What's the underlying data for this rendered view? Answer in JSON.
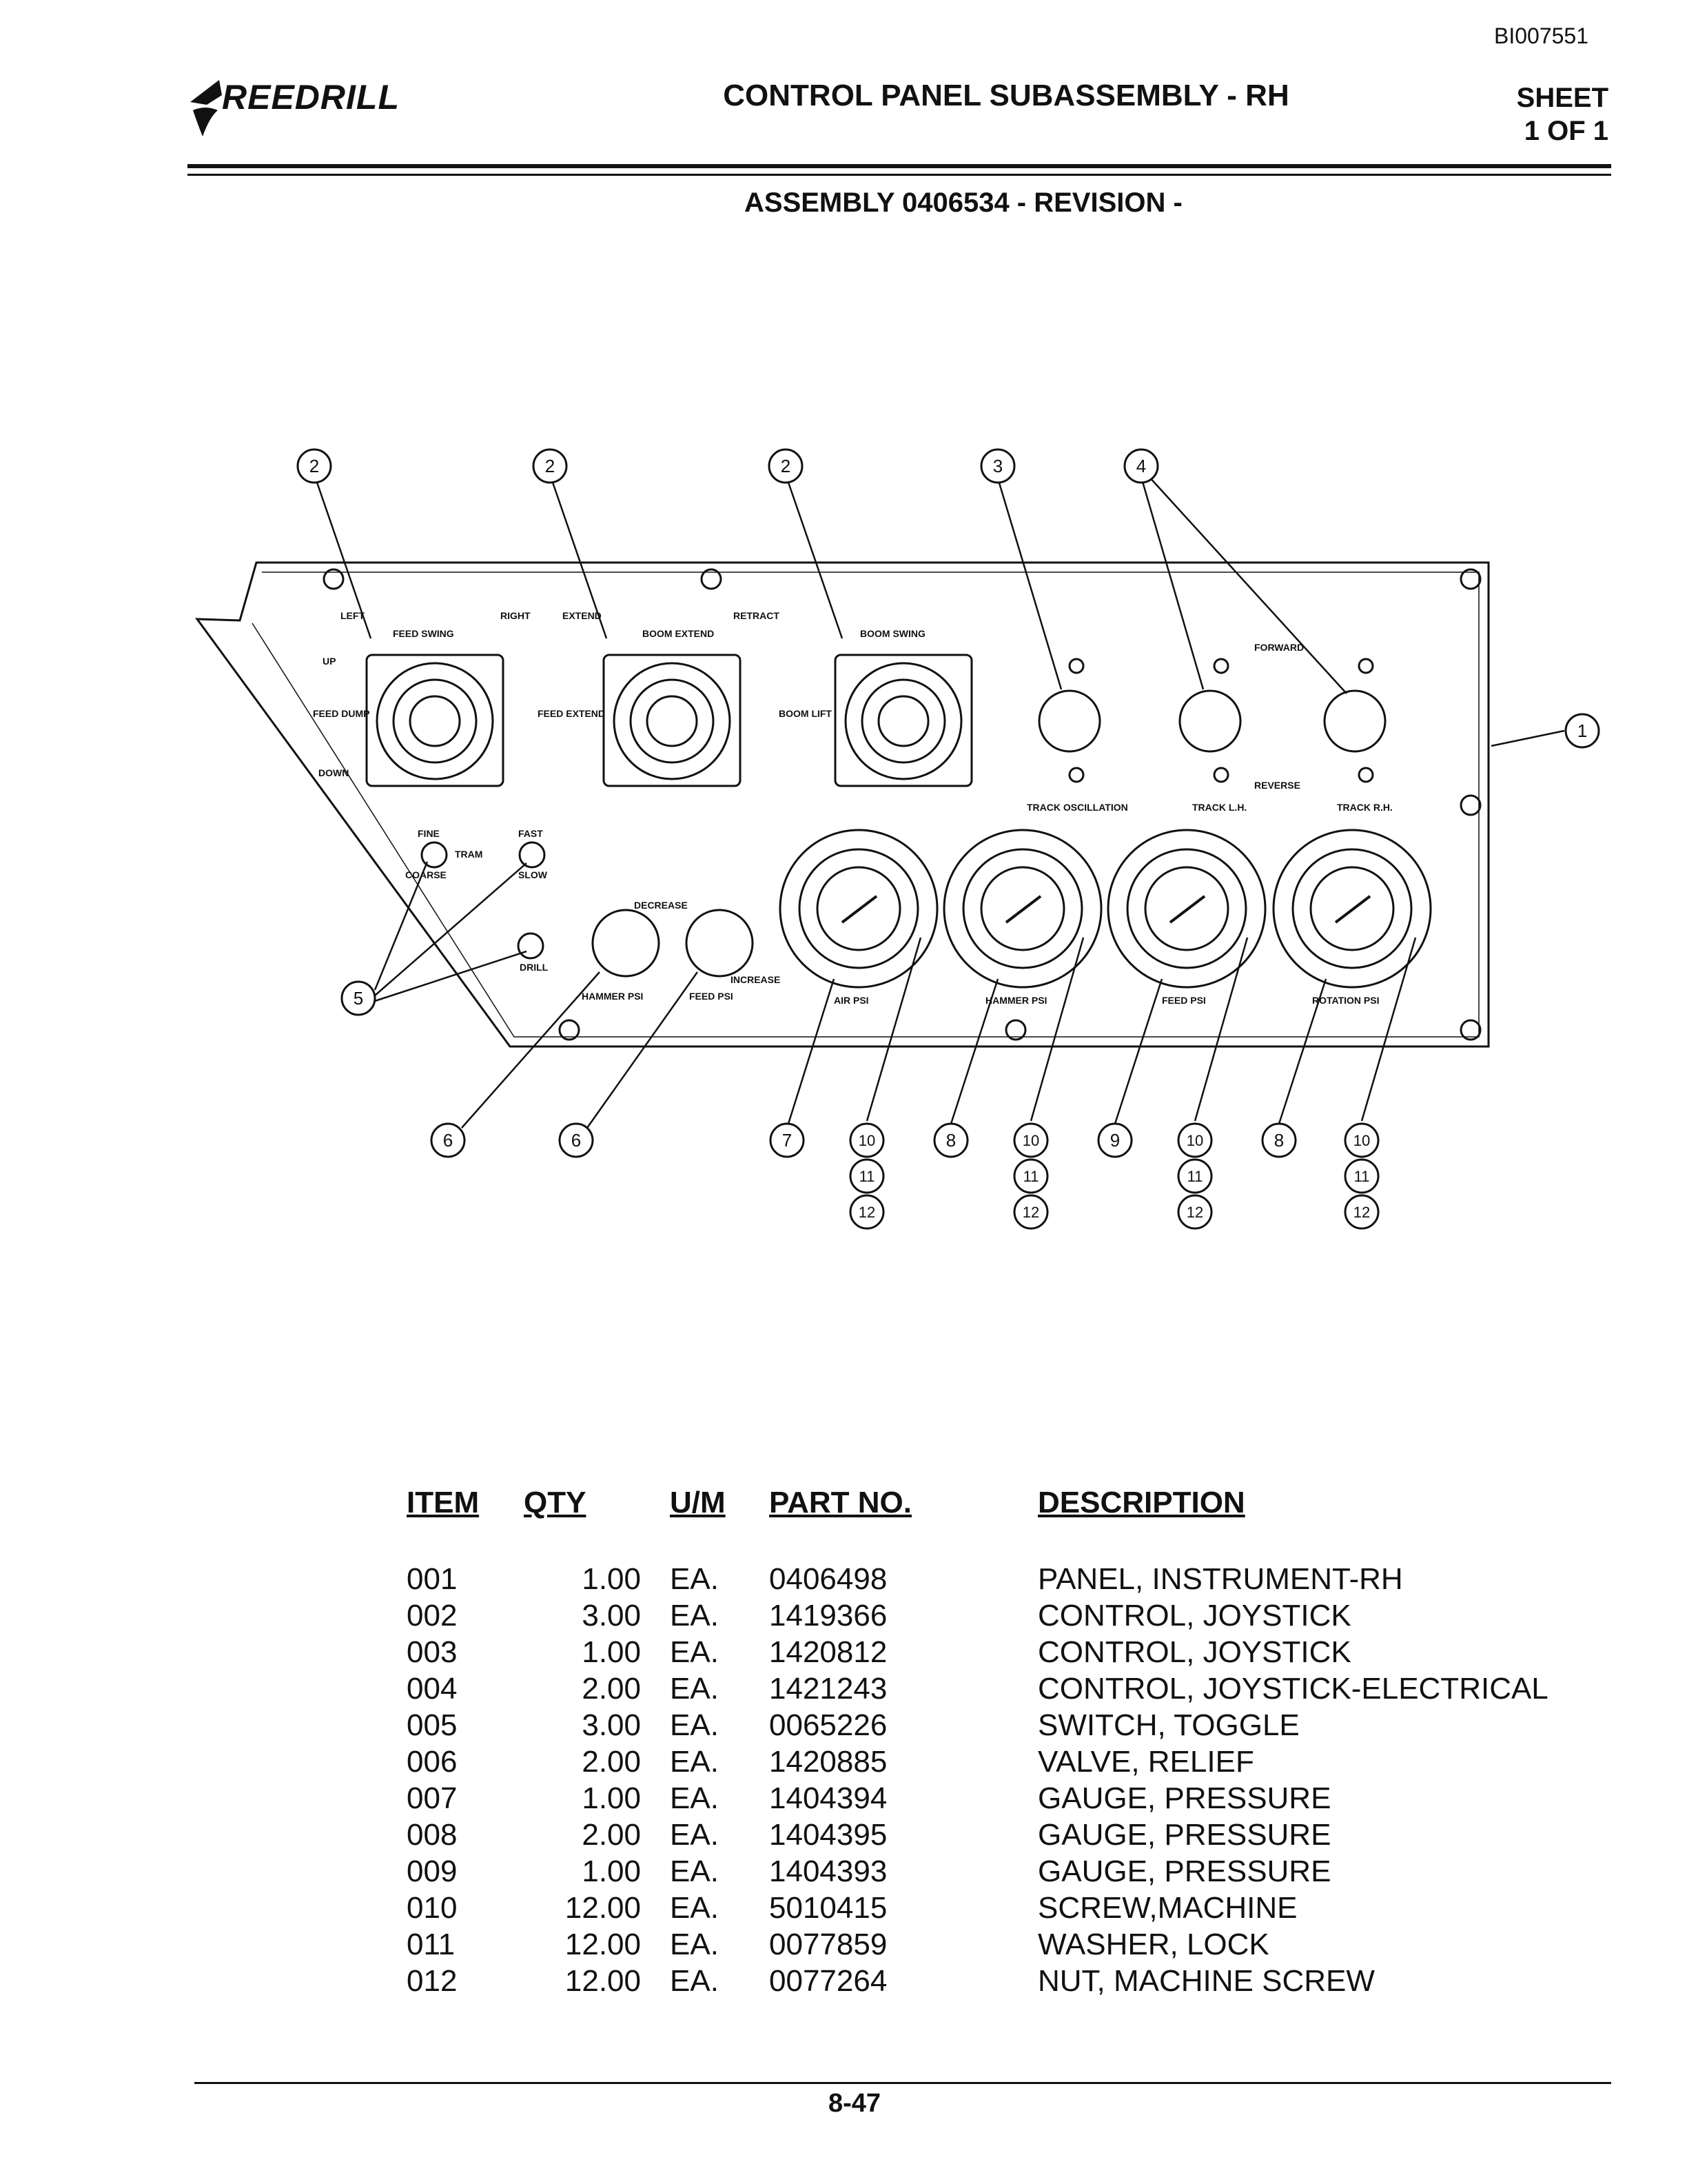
{
  "header": {
    "doc_id": "BI007551",
    "brand": "REEDRILL",
    "title": "CONTROL PANEL SUBASSEMBLY - RH",
    "sheet_label": "SHEET",
    "sheet_value": "1 OF 1",
    "assembly": "ASSEMBLY 0406534 - REVISION -"
  },
  "diagram": {
    "callouts": [
      "1",
      "2",
      "3",
      "4",
      "5",
      "6",
      "7",
      "8",
      "9",
      "10",
      "11",
      "12"
    ],
    "panel_labels": {
      "feed_swing": "FEED SWING",
      "boom_extend": "BOOM EXTEND",
      "boom_swing": "BOOM SWING",
      "left": "LEFT",
      "right": "RIGHT",
      "extend": "EXTEND",
      "retract": "RETRACT",
      "up": "UP",
      "down": "DOWN",
      "feed_dump": "FEED DUMP",
      "feed_extend": "FEED EXTEND",
      "boom_lift": "BOOM LIFT",
      "track_oscillation": "TRACK OSCILLATION",
      "track_lh": "TRACK L.H.",
      "track_rh": "TRACK R.H.",
      "forward": "FORWARD",
      "reverse": "REVERSE",
      "fine": "FINE",
      "coarse": "COARSE",
      "tram": "TRAM",
      "fast": "FAST",
      "slow": "SLOW",
      "drill": "DRILL",
      "decrease": "DECREASE",
      "increase": "INCREASE",
      "hammer_psi": "HAMMER PSI",
      "feed_psi": "FEED PSI",
      "air_psi": "AIR PSI",
      "rotation_psi": "ROTATION PSI"
    }
  },
  "parts_table": {
    "headers": [
      "ITEM",
      "QTY",
      "U/M",
      "PART NO.",
      "DESCRIPTION"
    ],
    "rows": [
      [
        "001",
        "1.00",
        "EA.",
        "0406498",
        "PANEL, INSTRUMENT-RH"
      ],
      [
        "002",
        "3.00",
        "EA.",
        "1419366",
        "CONTROL, JOYSTICK"
      ],
      [
        "003",
        "1.00",
        "EA.",
        "1420812",
        "CONTROL, JOYSTICK"
      ],
      [
        "004",
        "2.00",
        "EA.",
        "1421243",
        "CONTROL, JOYSTICK-ELECTRICAL"
      ],
      [
        "005",
        "3.00",
        "EA.",
        "0065226",
        "SWITCH, TOGGLE"
      ],
      [
        "006",
        "2.00",
        "EA.",
        "1420885",
        "VALVE, RELIEF"
      ],
      [
        "007",
        "1.00",
        "EA.",
        "1404394",
        "GAUGE, PRESSURE"
      ],
      [
        "008",
        "2.00",
        "EA.",
        "1404395",
        "GAUGE, PRESSURE"
      ],
      [
        "009",
        "1.00",
        "EA.",
        "1404393",
        "GAUGE, PRESSURE"
      ],
      [
        "010",
        "12.00",
        "EA.",
        "5010415",
        "SCREW,MACHINE"
      ],
      [
        "011",
        "12.00",
        "EA.",
        "0077859",
        "WASHER, LOCK"
      ],
      [
        "012",
        "12.00",
        "EA.",
        "0077264",
        "NUT, MACHINE SCREW"
      ]
    ]
  },
  "footer": {
    "page": "8-47"
  }
}
